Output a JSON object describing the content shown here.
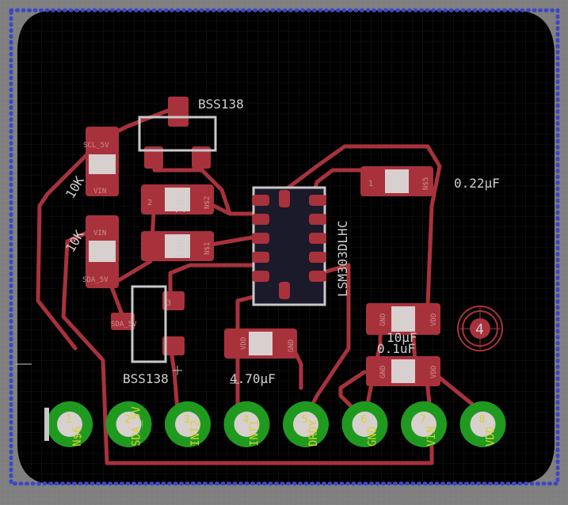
{
  "board": {
    "colors": {
      "background": "#7f7f7f",
      "board": "#000000",
      "copper": "#a8323c",
      "pad": "#d8cfcf",
      "via_ring": "#1f9a1f",
      "silk": "#c8c8c8",
      "outline": "#3c46c8",
      "yellow_text": "#d7d232"
    },
    "header_pins": [
      {
        "num": "1",
        "label": "N$6"
      },
      {
        "num": "2",
        "label": "SDA_5V"
      },
      {
        "num": "3",
        "label": "INT2"
      },
      {
        "num": "4",
        "label": "INT1"
      },
      {
        "num": "5",
        "label": "DRDY"
      },
      {
        "num": "6",
        "label": "GND"
      },
      {
        "num": "7",
        "label": "VIN"
      },
      {
        "num": "8",
        "label": "VDD"
      }
    ],
    "part_labels": {
      "bss138_top": "BSS138",
      "bss138_bottom": "BSS138",
      "res_10k_a": "10K",
      "res_10k_b": "10K",
      "res_10k_c": "10K",
      "res_10k_d": "10K",
      "cap_022": "0.22μF",
      "cap_10u": "10μF",
      "cap_01u": "0.1uF",
      "cap_470": "4.70μF",
      "ic": "LSM303DLHC",
      "mount_hole": "4"
    },
    "pad_labels": {
      "scl_5v": "SCL_5V",
      "vin": "VIN",
      "vin2": "VIN",
      "sda_5v": "SDA_5V",
      "sda_5v2": "SDA_5V",
      "ns2": "N$2",
      "ns1": "N$1",
      "ns5": "N$5",
      "gnd": "GND",
      "gnd2": "GND",
      "gnd3": "GND",
      "vdd": "VDD",
      "vdd2": "VDD",
      "vdd3": "VDD",
      "pad1": "1",
      "pad2": "2",
      "pad3": "3"
    }
  }
}
